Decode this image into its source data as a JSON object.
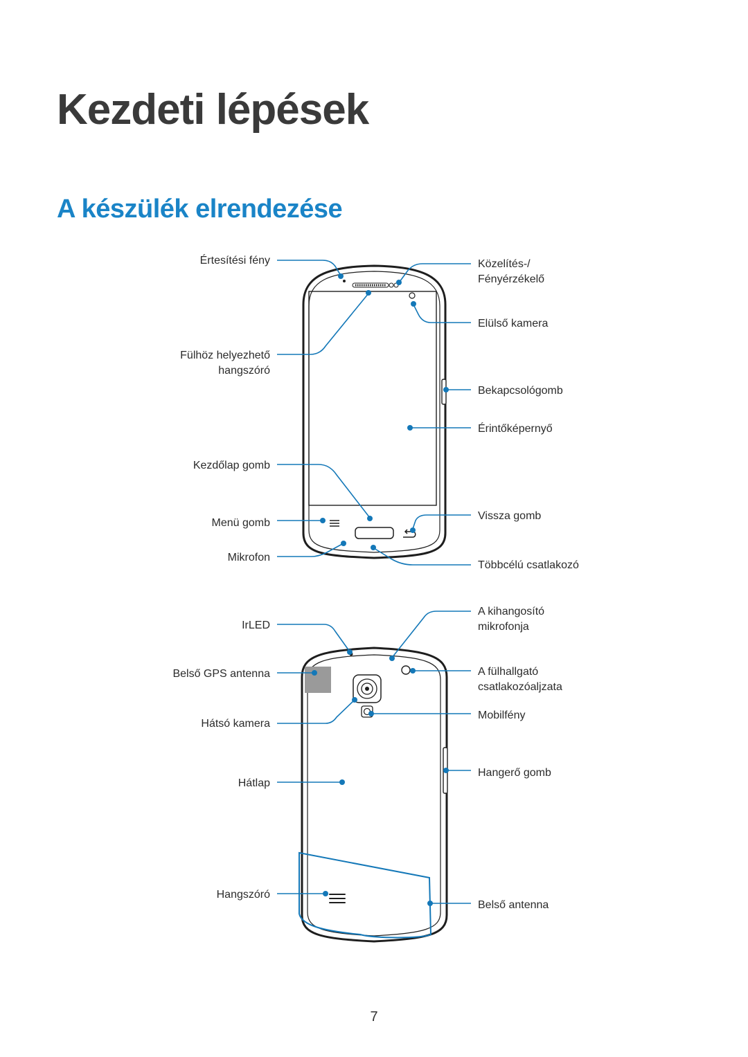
{
  "title": "Kezdeti lépések",
  "section_title": "A készülék elrendezése",
  "front_labels": {
    "notification_light": "Értesítési fény",
    "earpiece_line1": "Fülhöz helyezhető",
    "earpiece_line2": "hangszóró",
    "home_key": "Kezdőlap gomb",
    "menu_key": "Menü gomb",
    "microphone": "Mikrofon",
    "proximity_line1": "Közelítés-/",
    "proximity_line2": "Fényérzékelő",
    "front_camera": "Elülső kamera",
    "power_key": "Bekapcsológomb",
    "touch_screen": "Érintőképernyő",
    "back_key": "Vissza gomb",
    "multipurpose_jack": "Többcélú csatlakozó"
  },
  "back_labels": {
    "irled": "IrLED",
    "gps_antenna": "Belső GPS antenna",
    "rear_camera": "Hátsó kamera",
    "back_cover": "Hátlap",
    "speaker": "Hangszóró",
    "speakerphone_mic_line1": "A kihangosító",
    "speakerphone_mic_line2": "mikrofonja",
    "headset_jack_line1": "A fülhallgató",
    "headset_jack_line2": "csatlakozóaljzata",
    "flash": "Mobilfény",
    "volume_key": "Hangerő gomb",
    "main_antenna": "Belső antenna"
  },
  "page_number": "7",
  "accent_color": "#1a84c7",
  "leader_color": "#1478b8"
}
